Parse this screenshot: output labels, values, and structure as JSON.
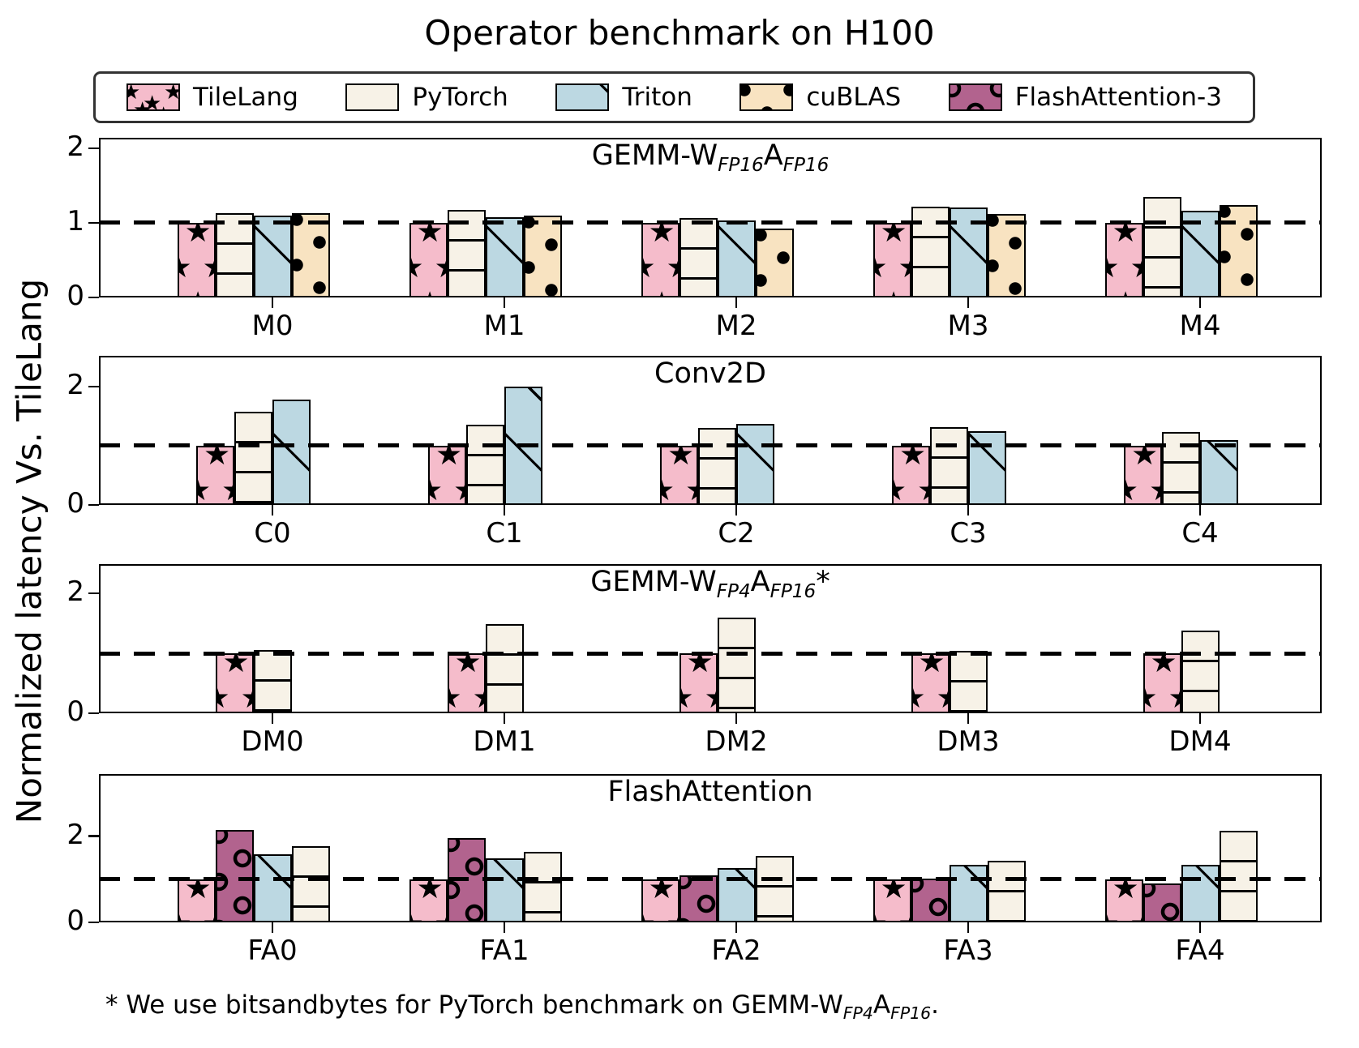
{
  "title": "Operator benchmark on H100",
  "ylabel": "Normalized latency Vs. TileLang",
  "legend": {
    "items": [
      {
        "label": "TileLang",
        "hatch": "star"
      },
      {
        "label": "PyTorch",
        "hatch": "none"
      },
      {
        "label": "Triton",
        "hatch": "diag"
      },
      {
        "label": "cuBLAS",
        "hatch": "dots"
      },
      {
        "label": "FlashAttention-3",
        "hatch": "rings"
      }
    ]
  },
  "colors": {
    "TileLang": "#f5bccb",
    "PyTorch": "#f7f2e7",
    "Triton": "#bcd8e2",
    "cuBLAS": "#f8e3c1",
    "FlashAttention-3": "#b2638e",
    "edge": "#000000",
    "ref_line": "#000000"
  },
  "footnote": {
    "prefix": "* We use bitsandbytes for PyTorch benchmark on GEMM-W",
    "sub1": "FP4",
    "mid": "A",
    "sub2": "FP16",
    "suffix": "."
  },
  "chart_data": [
    {
      "id": "gemm-fp16",
      "type": "bar",
      "title_parts": [
        {
          "t": "GEMM-W"
        },
        {
          "sub": "FP16"
        },
        {
          "t": "A"
        },
        {
          "sub": "FP16"
        }
      ],
      "categories": [
        "M0",
        "M1",
        "M2",
        "M3",
        "M4"
      ],
      "series": [
        {
          "name": "TileLang",
          "values": [
            1.0,
            1.0,
            1.0,
            1.0,
            1.0
          ]
        },
        {
          "name": "PyTorch",
          "values": [
            1.13,
            1.17,
            1.06,
            1.22,
            1.35
          ]
        },
        {
          "name": "Triton",
          "values": [
            1.1,
            1.08,
            1.03,
            1.21,
            1.16
          ]
        },
        {
          "name": "cuBLAS",
          "values": [
            1.13,
            1.1,
            0.92,
            1.12,
            1.24
          ]
        }
      ],
      "ylim": [
        0,
        2.14
      ],
      "yticks": [
        0,
        1,
        2
      ],
      "ref_line": 1,
      "grid": false
    },
    {
      "id": "conv2d",
      "type": "bar",
      "title_parts": [
        {
          "t": "Conv2D"
        }
      ],
      "categories": [
        "C0",
        "C1",
        "C2",
        "C3",
        "C4"
      ],
      "series": [
        {
          "name": "TileLang",
          "values": [
            1.0,
            1.0,
            1.0,
            1.0,
            1.0
          ]
        },
        {
          "name": "PyTorch",
          "values": [
            1.57,
            1.36,
            1.3,
            1.31,
            1.23
          ]
        },
        {
          "name": "Triton",
          "values": [
            1.78,
            2.0,
            1.37,
            1.24,
            1.09
          ]
        }
      ],
      "ylim": [
        0,
        2.52
      ],
      "yticks": [
        0,
        2
      ],
      "ref_line": 1,
      "grid": false
    },
    {
      "id": "gemm-fp4",
      "type": "bar",
      "title_parts": [
        {
          "t": "GEMM-W"
        },
        {
          "sub": "FP4"
        },
        {
          "t": "A"
        },
        {
          "sub": "FP16"
        },
        {
          "t": "*"
        }
      ],
      "categories": [
        "DM0",
        "DM1",
        "DM2",
        "DM3",
        "DM4"
      ],
      "series": [
        {
          "name": "TileLang",
          "values": [
            1.0,
            1.0,
            1.0,
            1.0,
            1.0
          ]
        },
        {
          "name": "PyTorch",
          "values": [
            1.05,
            1.49,
            1.6,
            1.04,
            1.38
          ]
        }
      ],
      "ylim": [
        0,
        2.49
      ],
      "yticks": [
        0,
        2
      ],
      "ref_line": 1,
      "grid": false
    },
    {
      "id": "flashattention",
      "type": "bar",
      "title_parts": [
        {
          "t": "FlashAttention"
        }
      ],
      "categories": [
        "FA0",
        "FA1",
        "FA2",
        "FA3",
        "FA4"
      ],
      "series": [
        {
          "name": "TileLang",
          "values": [
            1.0,
            1.0,
            1.0,
            1.0,
            1.0
          ]
        },
        {
          "name": "FlashAttention-3",
          "values": [
            2.15,
            1.95,
            1.09,
            1.02,
            0.91
          ]
        },
        {
          "name": "Triton",
          "values": [
            1.57,
            1.48,
            1.26,
            1.33,
            1.34
          ]
        },
        {
          "name": "PyTorch",
          "values": [
            1.76,
            1.63,
            1.55,
            1.42,
            2.13
          ]
        }
      ],
      "ylim": [
        0,
        3.44
      ],
      "yticks": [
        0,
        2
      ],
      "ref_line": 1,
      "grid": false
    }
  ]
}
